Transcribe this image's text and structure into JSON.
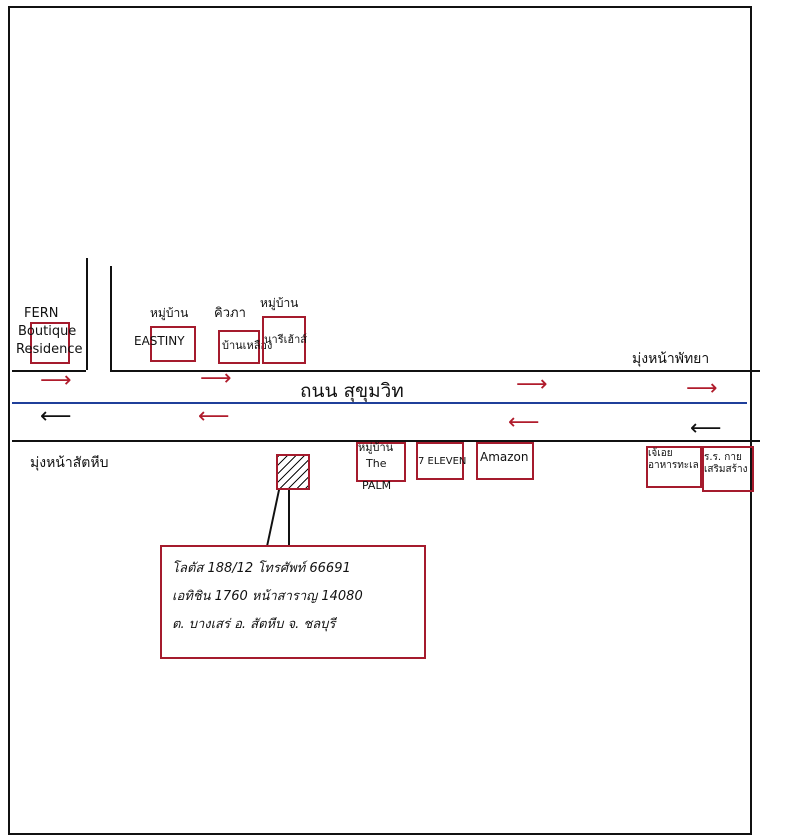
{
  "road": {
    "name": "ถนน สุขุมวิท"
  },
  "directions": {
    "east": "มุ่งหน้าพัทยา",
    "west": "มุ่งหน้าสัตหีบ"
  },
  "places_north": {
    "fern_line1": "FERN",
    "fern_line2": "Boutique",
    "fern_line3": "Residence",
    "village_eastiny_label": "หมู่บ้าน",
    "village_eastiny_name": "EASTINY",
    "keo_label": "คิวภา",
    "keo_name": "บ้านเหลือง",
    "village_nari_label": "หมู่บ้าน",
    "village_nari_name": "นารีเฮ้าส์"
  },
  "places_south": {
    "thepalm_label": "หมู่บ้าน",
    "thepalm_name1": "The",
    "thepalm_name2": "PALM",
    "eleven": "7 ELEVEN",
    "amazon": "Amazon",
    "right1": "เจ้เอย อาหารทะเล",
    "right2": "ร.ร. กายเสริมสร้าง"
  },
  "address": {
    "line1": "โลตัส 188/12  โทรศัพท์ 66691",
    "line2": "เอทิชิน 1760  หน้าสาราญ 14080",
    "line3": "ต. บางเสร่  อ. สัตหีบ  จ. ชลบุรี"
  },
  "colors": {
    "ink": "#111111",
    "box": "#a51b2d",
    "arrow_red": "#b01c2c",
    "blue": "#1f3f9a"
  }
}
